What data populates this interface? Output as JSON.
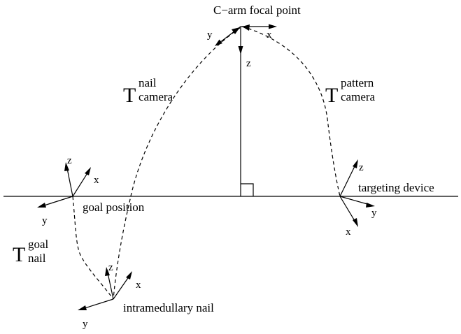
{
  "labels": {
    "focal_point": "C−arm focal point",
    "goal_position": "goal position",
    "targeting_device": "targeting device",
    "intramedullary_nail": "intramedullary nail"
  },
  "axes": {
    "x": "x",
    "y": "y",
    "z": "z"
  },
  "transforms": {
    "nail_camera": {
      "symbol": "T",
      "superscript": "nail",
      "subscript": "camera"
    },
    "pattern_camera": {
      "symbol": "T",
      "superscript": "pattern",
      "subscript": "camera"
    },
    "goal_nail": {
      "symbol": "T",
      "superscript": "goal",
      "subscript": "nail"
    }
  }
}
